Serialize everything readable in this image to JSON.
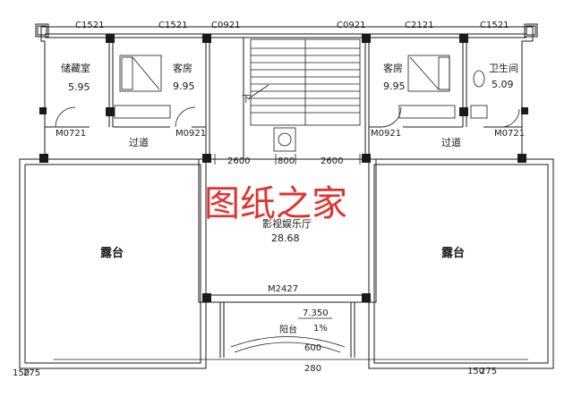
{
  "window_labels": {
    "w1": "C1521",
    "w2": "C1521",
    "w3": "C0921",
    "w4": "C0921",
    "w5": "C2121",
    "w6": "C1521"
  },
  "rooms": {
    "storage": {
      "name": "储藏室",
      "area": "5.95"
    },
    "guest_left": {
      "name": "客房",
      "area": "9.95"
    },
    "guest_right": {
      "name": "客房",
      "area": "9.95"
    },
    "bathroom": {
      "name": "卫生间",
      "area": "5.09"
    },
    "corridor_left": {
      "name": "过道"
    },
    "corridor_right": {
      "name": "过道"
    },
    "theater": {
      "name": "影视娱乐厅",
      "area": "28.68"
    },
    "terrace_left": {
      "name": "露台"
    },
    "terrace_right": {
      "name": "露台"
    },
    "balcony": {
      "name": "阳台"
    }
  },
  "door_labels": {
    "d1": "M0721",
    "d2": "M0921",
    "d3": "M0921",
    "d4": "M0721",
    "main": "M2427"
  },
  "dimensions": {
    "left": "2600",
    "mid": "800",
    "right": "2600"
  },
  "stair_label": "下",
  "elevation": "7.350",
  "slope": "1%",
  "small_dims": {
    "a": "150",
    "b": "275",
    "c": "600",
    "d": "280",
    "e": "150",
    "f": "275"
  },
  "watermark": "图纸之家",
  "colors": {
    "wall": "#1a1a1a",
    "watermark": "#e0322f"
  }
}
